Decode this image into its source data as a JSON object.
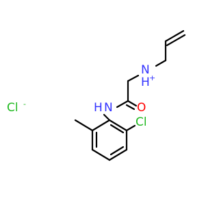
{
  "molecule": {
    "counter_ion": {
      "element": "Cl",
      "charge": "-"
    },
    "ammonium": {
      "element": "N",
      "hydrogen": "H",
      "charge": "+"
    },
    "amide_nitrogen": {
      "element": "N",
      "hydrogen": "H"
    },
    "carbonyl_oxygen": {
      "element": "O"
    },
    "aryl_chlorine": {
      "element": "Cl"
    }
  },
  "colors": {
    "bond": "#000000",
    "nitrogen": "#3333ff",
    "oxygen": "#ff0000",
    "chlorine": "#1fb91f",
    "chloride_ion": "#1fb91f"
  }
}
